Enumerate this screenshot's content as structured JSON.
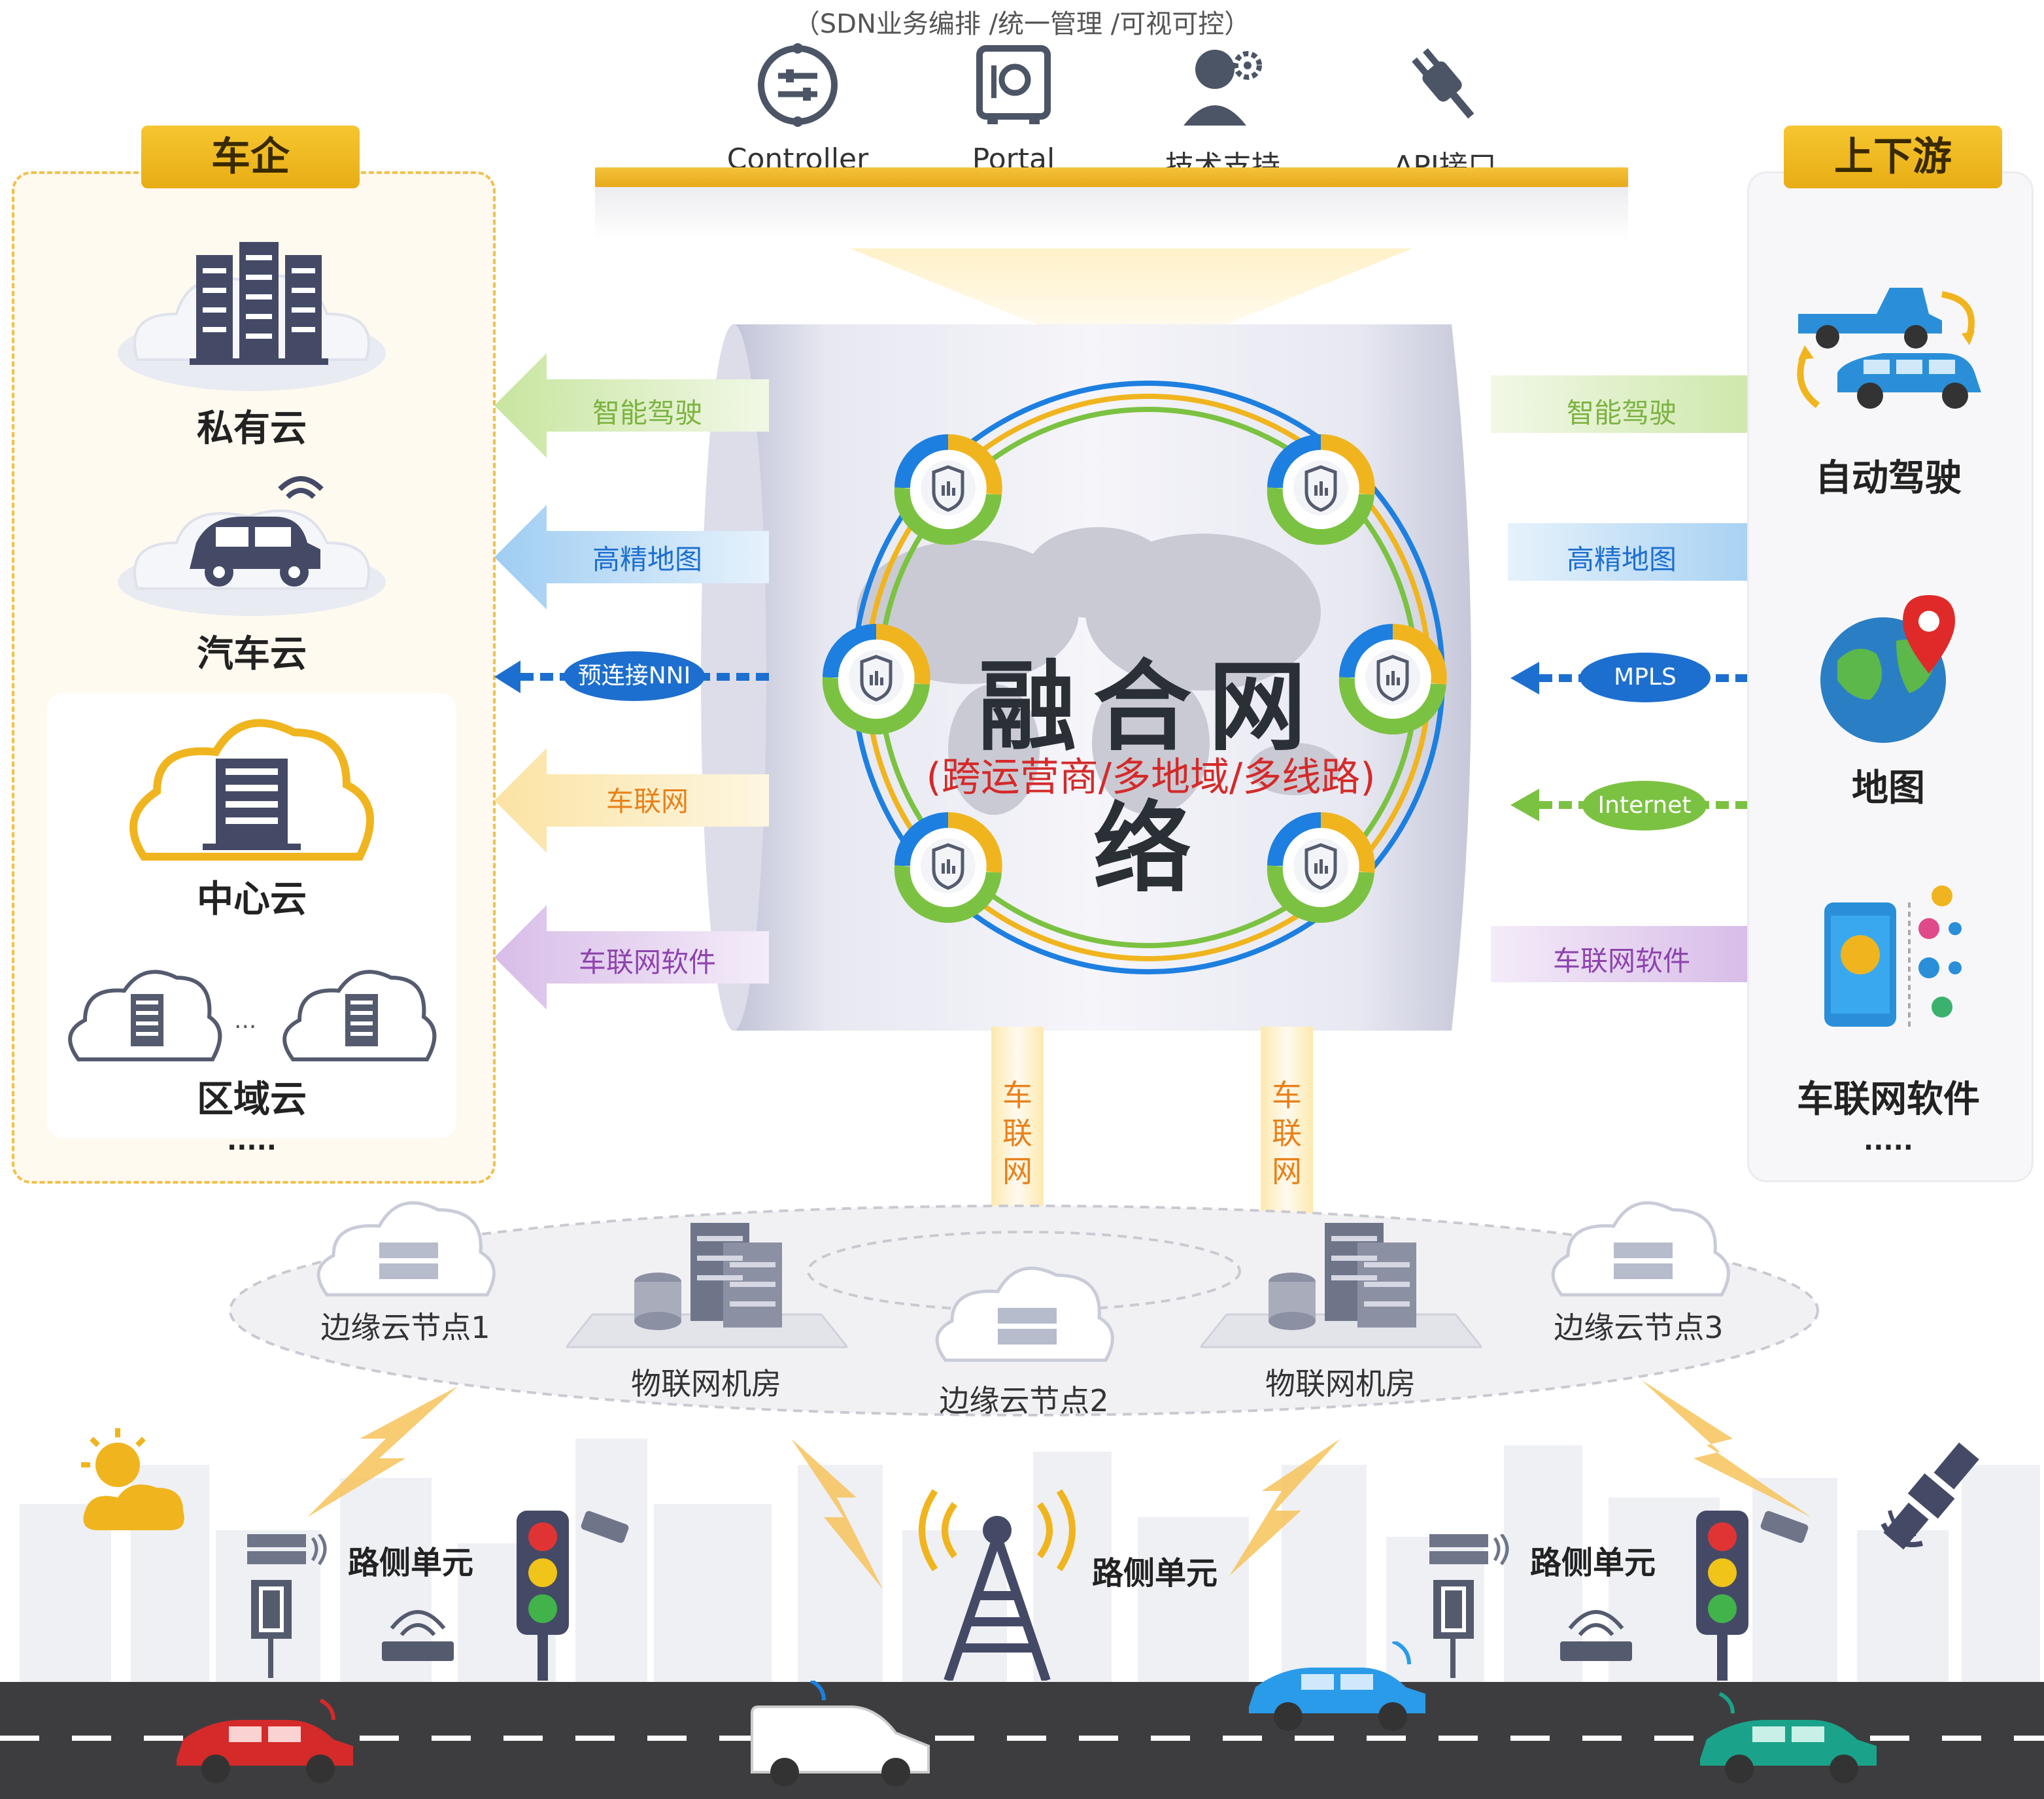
{
  "platform": {
    "subtitle": "（SDN业务编排 /统一管理 /可视可控）",
    "tools": [
      {
        "label": "Controller",
        "icon": "controller-icon"
      },
      {
        "label": "Portal",
        "icon": "portal-icon"
      },
      {
        "label": "技术支持",
        "icon": "support-icon"
      },
      {
        "label": "API接口",
        "icon": "api-plug-icon"
      }
    ]
  },
  "left": {
    "tag": "车企",
    "items": [
      "私有云",
      "汽车云",
      "中心云",
      "区域云"
    ],
    "ellipsis_mid": "...",
    "more": "....."
  },
  "right": {
    "tag": "上下游",
    "items": [
      "自动驾驶",
      "地图",
      "车联网软件"
    ],
    "more": "....."
  },
  "arrows_left": [
    "智能驾驶",
    "高精地图",
    "预连接NNI",
    "车联网",
    "车联网软件"
  ],
  "arrows_right": [
    "智能驾驶",
    "高精地图",
    "MPLS",
    "Internet",
    "车联网软件"
  ],
  "core": {
    "title": "融合网络",
    "subtitle": "(跨运营商/多地域/多线路)"
  },
  "pillars": [
    "车联网",
    "车联网"
  ],
  "edge": {
    "nodes": [
      "边缘云节点1",
      "边缘云节点2",
      "边缘云节点3"
    ],
    "rooms": [
      "物联网机房",
      "物联网机房"
    ]
  },
  "road": {
    "units": [
      "路侧单元",
      "路侧单元",
      "路侧单元"
    ]
  },
  "colors": {
    "accent_yellow": "#f0b51e",
    "green": "#7cc242",
    "blue": "#1d6fcf",
    "red": "#d42a2a",
    "purple": "#9b59b6",
    "road": "#3d3d3f"
  }
}
